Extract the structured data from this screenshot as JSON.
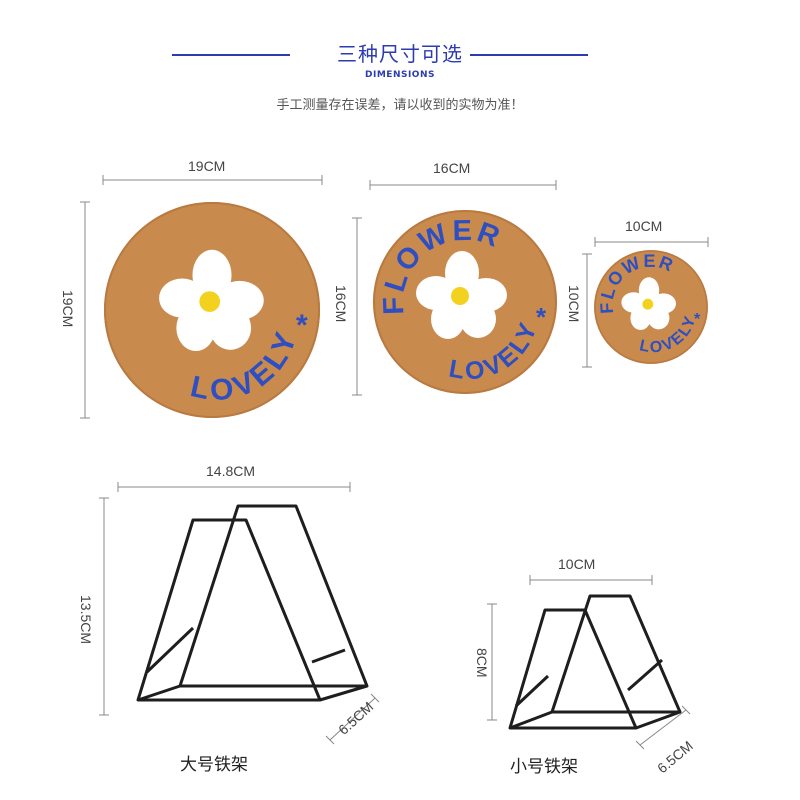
{
  "header": {
    "title": "三种尺寸可选",
    "subtitle": "DIMENSIONS",
    "note": "手工测量存在误差，请以收到的实物为准！",
    "accent_color": "#2d3bb0"
  },
  "coaster": {
    "text_top": "FLOWER",
    "text_bottom": "LOVELY",
    "star": "*",
    "cork_color": "#c98a4e",
    "text_color": "#2d4fc2"
  },
  "coasters": [
    {
      "width": "19CM",
      "height": "19CM"
    },
    {
      "width": "16CM",
      "height": "16CM"
    },
    {
      "width": "10CM",
      "height": "10CM"
    }
  ],
  "racks": [
    {
      "width": "14.8CM",
      "height": "13.5CM",
      "depth": "6.5CM",
      "name": "大号铁架"
    },
    {
      "width": "10CM",
      "height": "8CM",
      "depth": "6.5CM",
      "name": "小号铁架"
    }
  ]
}
